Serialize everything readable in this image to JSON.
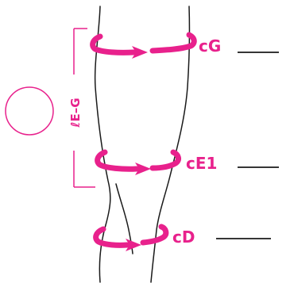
{
  "labels": {
    "cg": "cG",
    "ce1": "cE1",
    "cd": "cD",
    "le_g": "ℓE–G"
  },
  "colors": {
    "accent": "#e8218c",
    "outline": "#1a1a1a",
    "bracket": "#e8218c"
  },
  "icons": {
    "circle": "circumference-circle-icon",
    "arrow": "wrap-arrow-icon"
  }
}
